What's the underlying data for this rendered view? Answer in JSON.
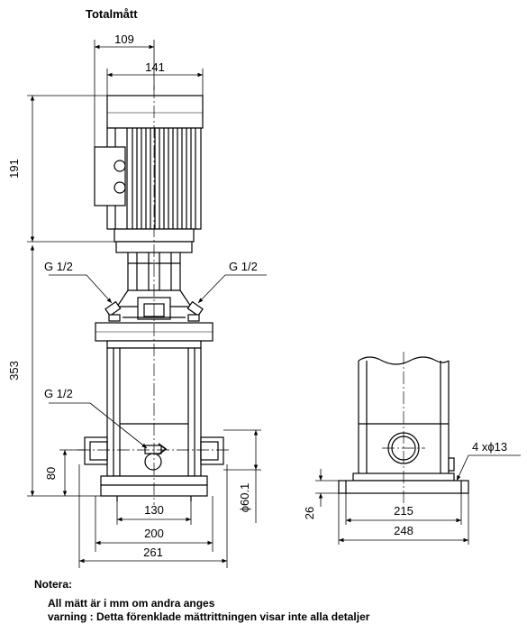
{
  "title": "Totalmått",
  "dimensions": {
    "d109": "109",
    "d141": "141",
    "d191": "191",
    "d353": "353",
    "d80": "80",
    "d130": "130",
    "d200": "200",
    "d261": "261",
    "d60": "ϕ60.1",
    "d215": "215",
    "d248": "248",
    "d26": "26",
    "holes": "4 xϕ13"
  },
  "ports": {
    "left_top": "G 1/2",
    "right_top": "G 1/2",
    "lower": "G 1/2"
  },
  "notes": {
    "heading": "Notera:",
    "line1": "All mätt är i mm om andra anges",
    "line2": "varning : Detta förenklade mättrittningen visar inte alla detaljer"
  }
}
